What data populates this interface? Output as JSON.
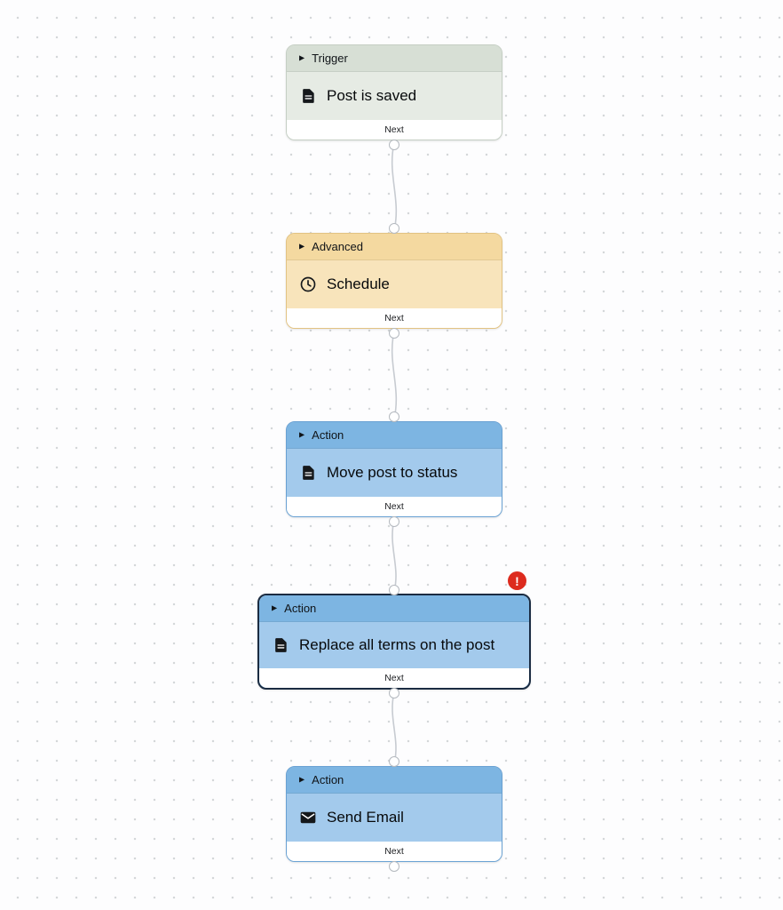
{
  "canvas": {
    "background_color": "#fdfdfe",
    "dot_color": "#d4d7d9"
  },
  "palette": {
    "trigger_header": "#d7dfd5",
    "trigger_body": "#e6ebe4",
    "advanced_header": "#f4d9a0",
    "advanced_body": "#f8e4bb",
    "action_header": "#7db5e2",
    "action_body": "#a3caec",
    "error_red": "#dd2b1e",
    "selected_border": "#1b2c42",
    "connector_gray": "#c7cbd1"
  },
  "icons": {
    "collapse_triangle": "▶"
  },
  "error_badge": {
    "symbol": "!"
  },
  "nodes": [
    {
      "category": "Trigger",
      "title": "Post is saved",
      "icon": "document-icon",
      "footer_label": "Next",
      "type": "trigger",
      "has_error": false
    },
    {
      "category": "Advanced",
      "title": "Schedule",
      "icon": "clock-icon",
      "footer_label": "Next",
      "type": "advanced",
      "has_error": false
    },
    {
      "category": "Action",
      "title": "Move post to status",
      "icon": "document-icon",
      "footer_label": "Next",
      "type": "action",
      "has_error": false
    },
    {
      "category": "Action",
      "title": "Replace all terms on the post",
      "icon": "document-icon",
      "footer_label": "Next",
      "type": "action",
      "has_error": true
    },
    {
      "category": "Action",
      "title": "Send Email",
      "icon": "envelope-icon",
      "footer_label": "Next",
      "type": "action",
      "has_error": false
    }
  ]
}
